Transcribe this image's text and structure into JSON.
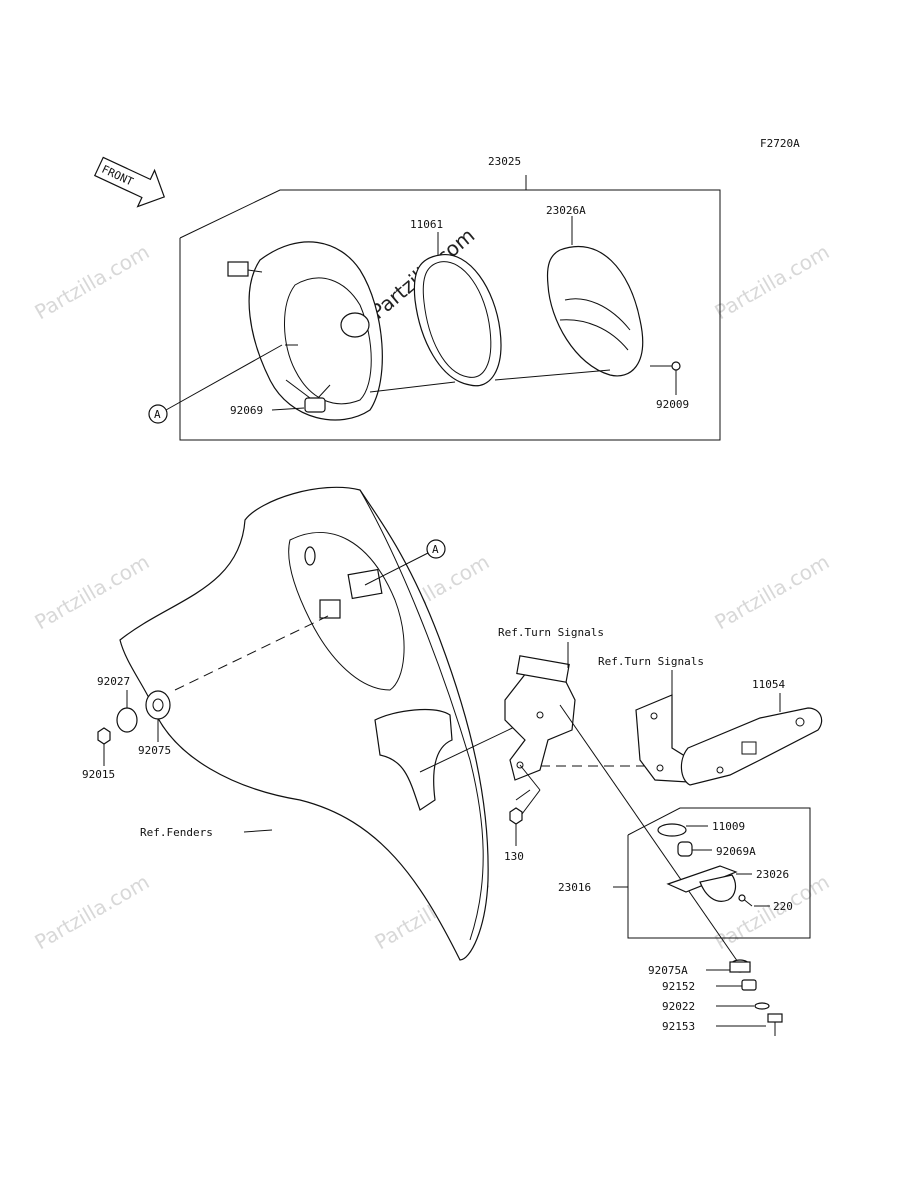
{
  "figure_code": "F2720A",
  "front_label": "FRONT",
  "ref_letter": "A",
  "watermark": "Partzilla.com",
  "parts": {
    "p23025": "23025",
    "p11061": "11061",
    "p23026A": "23026A",
    "p92069": "92069",
    "p92009": "92009",
    "p92027": "92027",
    "p92075": "92075",
    "p92015": "92015",
    "ref_fenders": "Ref.Fenders",
    "ref_turn1": "Ref.Turn Signals",
    "ref_turn2": "Ref.Turn Signals",
    "p11054": "11054",
    "p130": "130",
    "p11009": "11009",
    "p92069A": "92069A",
    "p23016": "23016",
    "p23026": "23026",
    "p220": "220",
    "p92075A": "92075A",
    "p92152": "92152",
    "p92022": "92022",
    "p92153": "92153"
  }
}
